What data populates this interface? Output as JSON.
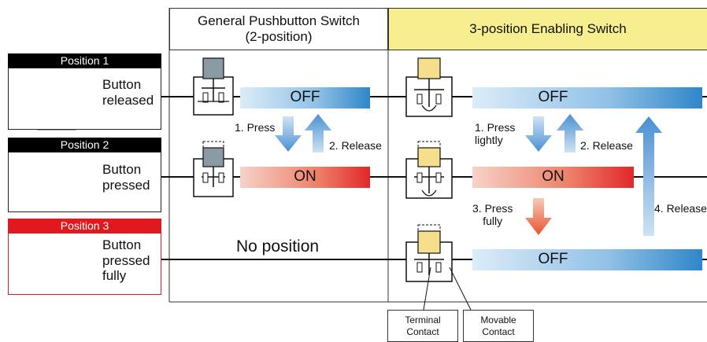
{
  "positions": [
    {
      "header": "Position 1",
      "state": "Button\nreleased",
      "header_color": "#000000"
    },
    {
      "header": "Position 2",
      "state": "Button\npressed",
      "header_color": "#000000"
    },
    {
      "header": "Position 3",
      "state": "Button\npressed\nfully",
      "header_color": "#e0191e"
    }
  ],
  "columns": {
    "general": "General Pushbutton Switch\n(2-position)",
    "enabling": "3-position Enabling Switch"
  },
  "bars": {
    "general_off": "OFF",
    "general_on": "ON",
    "general_none": "No position",
    "enabling_off1": "OFF",
    "enabling_on": "ON",
    "enabling_off3": "OFF"
  },
  "actions": {
    "general_press": "1. Press",
    "general_release": "2. Release",
    "enabling_press_lightly": "1. Press\nlightly",
    "enabling_release": "2. Release",
    "enabling_press_fully": "3. Press\nfully",
    "enabling_release_full": "4. Release"
  },
  "contacts": {
    "terminal": "Terminal\nContact",
    "movable": "Movable\nContact"
  },
  "colors": {
    "off_blue": "#2f86c8",
    "on_red": "#e0282a",
    "enabling_header": "#f7ee8f",
    "switch_gray": "#8a9aa3",
    "switch_yellow": "#f6df8c",
    "arrow_blue": "#5b9bd5",
    "arrow_red": "#e8532e"
  }
}
